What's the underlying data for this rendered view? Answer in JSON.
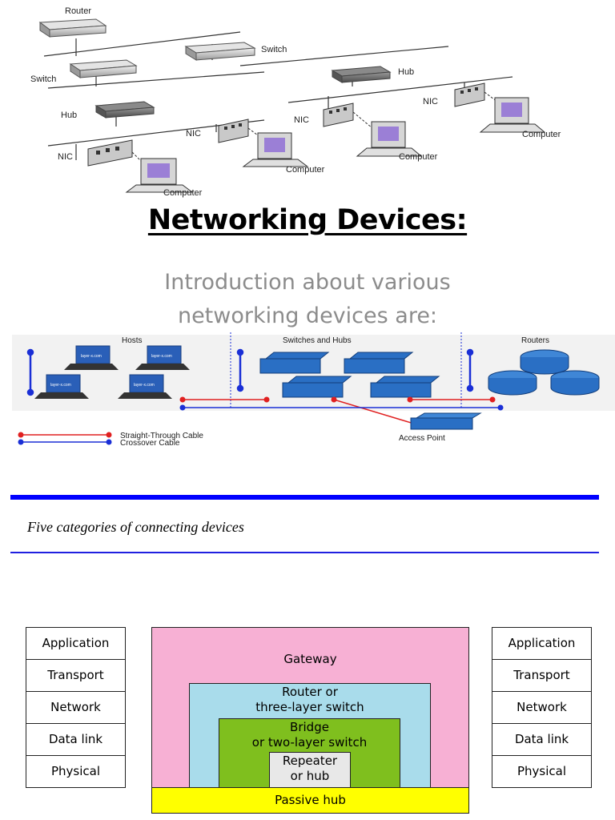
{
  "top_diagram": {
    "labels": {
      "router": "Router",
      "switch_top": "Switch",
      "switch_left": "Switch",
      "hub_right": "Hub",
      "hub_left": "Hub",
      "nic_1": "NIC",
      "nic_2": "NIC",
      "nic_3": "NIC",
      "nic_4": "NIC",
      "computer_1": "Computer",
      "computer_2": "Computer",
      "computer_3": "Computer",
      "computer_4": "Computer"
    }
  },
  "title": "Networking Devices:",
  "intro": {
    "line1": "Introduction about various",
    "line2": "networking devices are:"
  },
  "mid_diagram": {
    "hosts_label": "Hosts",
    "switches_label": "Switches and Hubs",
    "routers_label": "Routers",
    "access_point_label": "Access Point",
    "legend": {
      "straight": "Straight-Through Cable",
      "crossover": "Crossover Cable"
    },
    "laptop_screen_labels": [
      "layer-x.com",
      "layer-x.com",
      "layer-x.com",
      "layer-x.com"
    ],
    "colors": {
      "straight": "#e02020",
      "crossover": "#1a2fd6",
      "device_blue": "#2a6fc4"
    }
  },
  "caption": "Five categories of connecting devices",
  "layers_left": [
    "Application",
    "Transport",
    "Network",
    "Data link",
    "Physical"
  ],
  "layers_right": [
    "Application",
    "Transport",
    "Network",
    "Data link",
    "Physical"
  ],
  "device_boxes": {
    "gateway": "Gateway",
    "router_line1": "Router or",
    "router_line2": "three-layer switch",
    "bridge_line1": "Bridge",
    "bridge_line2": "or two-layer switch",
    "repeater_line1": "Repeater",
    "repeater_line2": "or hub",
    "passive_hub": "Passive hub"
  }
}
